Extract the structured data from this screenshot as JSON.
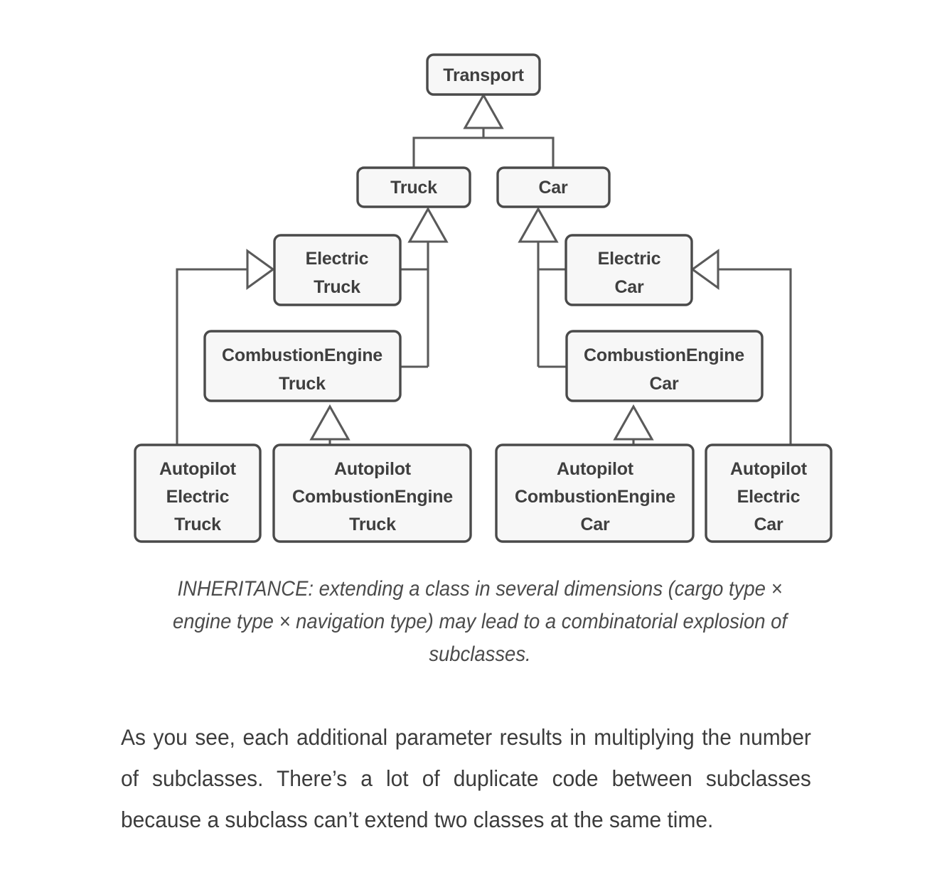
{
  "diagram": {
    "type": "uml-class-inheritance",
    "nodes": {
      "transport": {
        "label": "Transport",
        "lines": [
          "Transport"
        ]
      },
      "truck": {
        "label": "Truck",
        "lines": [
          "Truck"
        ]
      },
      "car": {
        "label": "Car",
        "lines": [
          "Car"
        ]
      },
      "electric_truck": {
        "label": "Electric Truck",
        "lines": [
          "Electric",
          "Truck"
        ]
      },
      "combustion_truck": {
        "label": "CombustionEngine Truck",
        "lines": [
          "CombustionEngine",
          "Truck"
        ]
      },
      "electric_car": {
        "label": "Electric Car",
        "lines": [
          "Electric",
          "Car"
        ]
      },
      "combustion_car": {
        "label": "CombustionEngine Car",
        "lines": [
          "CombustionEngine",
          "Car"
        ]
      },
      "autopilot_electric_truck": {
        "label": "Autopilot Electric Truck",
        "lines": [
          "Autopilot",
          "Electric",
          "Truck"
        ]
      },
      "autopilot_combustion_truck": {
        "label": "Autopilot CombustionEngine Truck",
        "lines": [
          "Autopilot",
          "CombustionEngine",
          "Truck"
        ]
      },
      "autopilot_combustion_car": {
        "label": "Autopilot CombustionEngine Car",
        "lines": [
          "Autopilot",
          "CombustionEngine",
          "Car"
        ]
      },
      "autopilot_electric_car": {
        "label": "Autopilot Electric Car",
        "lines": [
          "Autopilot",
          "Electric",
          "Car"
        ]
      }
    },
    "edges": [
      {
        "from": "truck",
        "to": "transport"
      },
      {
        "from": "car",
        "to": "transport"
      },
      {
        "from": "electric_truck",
        "to": "truck"
      },
      {
        "from": "combustion_truck",
        "to": "truck"
      },
      {
        "from": "electric_car",
        "to": "car"
      },
      {
        "from": "combustion_car",
        "to": "car"
      },
      {
        "from": "autopilot_electric_truck",
        "to": "electric_truck"
      },
      {
        "from": "autopilot_combustion_truck",
        "to": "combustion_truck"
      },
      {
        "from": "autopilot_combustion_car",
        "to": "combustion_car"
      },
      {
        "from": "autopilot_electric_car",
        "to": "electric_car"
      }
    ],
    "colors": {
      "node_fill": "#f7f7f7",
      "node_border": "#4a4a4a",
      "node_text": "#3f3f3f",
      "edge": "#5a5a5a",
      "arrow_fill": "#ffffff",
      "background": "#ffffff"
    }
  },
  "caption": {
    "text": "INHERITANCE: extending a class in several dimensions (cargo type × engine type × navigation type) may lead to a combinatorial explosion of subclasses."
  },
  "body": {
    "paragraph": "As you see, each additional parameter results in multiplying the number of subclasses. There’s a lot of duplicate code between subclasses because a subclass can’t extend two classes at the same time."
  }
}
